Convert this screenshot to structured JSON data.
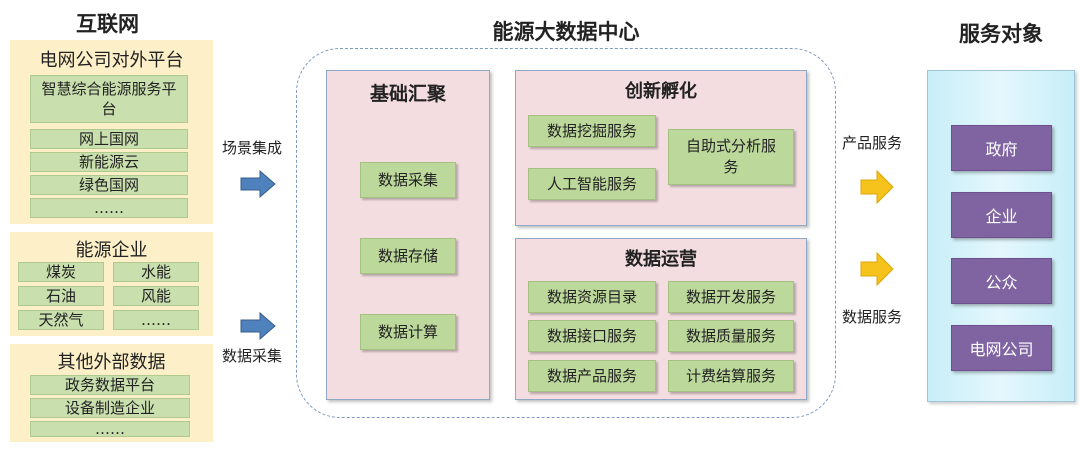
{
  "internet": {
    "title": "互联网",
    "grid_external": {
      "title": "电网公司对外平台",
      "items": [
        "智慧综合能源服务平台",
        "网上国网",
        "新能源云",
        "绿色国网",
        "……"
      ]
    },
    "energy_enterprise": {
      "title": "能源企业",
      "items": [
        "煤炭",
        "水能",
        "石油",
        "风能",
        "天然气",
        "……"
      ]
    },
    "other_external": {
      "title": "其他外部数据",
      "items": [
        "政务数据平台",
        "设备制造企业",
        "……"
      ]
    }
  },
  "left_arrows": {
    "top_label": "场景集成",
    "bottom_label": "数据采集"
  },
  "center": {
    "title": "能源大数据中心",
    "base": {
      "title": "基础汇聚",
      "items": [
        "数据采集",
        "数据存储",
        "数据计算"
      ]
    },
    "innovation": {
      "title": "创新孵化",
      "items": [
        "数据挖掘服务",
        "人工智能服务",
        "自助式分析服务"
      ]
    },
    "operation": {
      "title": "数据运营",
      "items": [
        "数据资源目录",
        "数据开发服务",
        "数据接口服务",
        "数据质量服务",
        "数据产品服务",
        "计费结算服务"
      ]
    }
  },
  "right_arrows": {
    "top_label": "产品服务",
    "bottom_label": "数据服务"
  },
  "service": {
    "title": "服务对象",
    "items": [
      "政府",
      "企业",
      "公众",
      "电网公司"
    ]
  },
  "colors": {
    "cream_panel": "#fdf0c8",
    "green_box": "#c9dfad",
    "pink_panel": "#f4dde1",
    "purple_box": "#8064a2",
    "blue_arrow": "#4f81bd",
    "gold_arrow": "#f6c21c",
    "cyan_panel": "#d3f1f9"
  }
}
